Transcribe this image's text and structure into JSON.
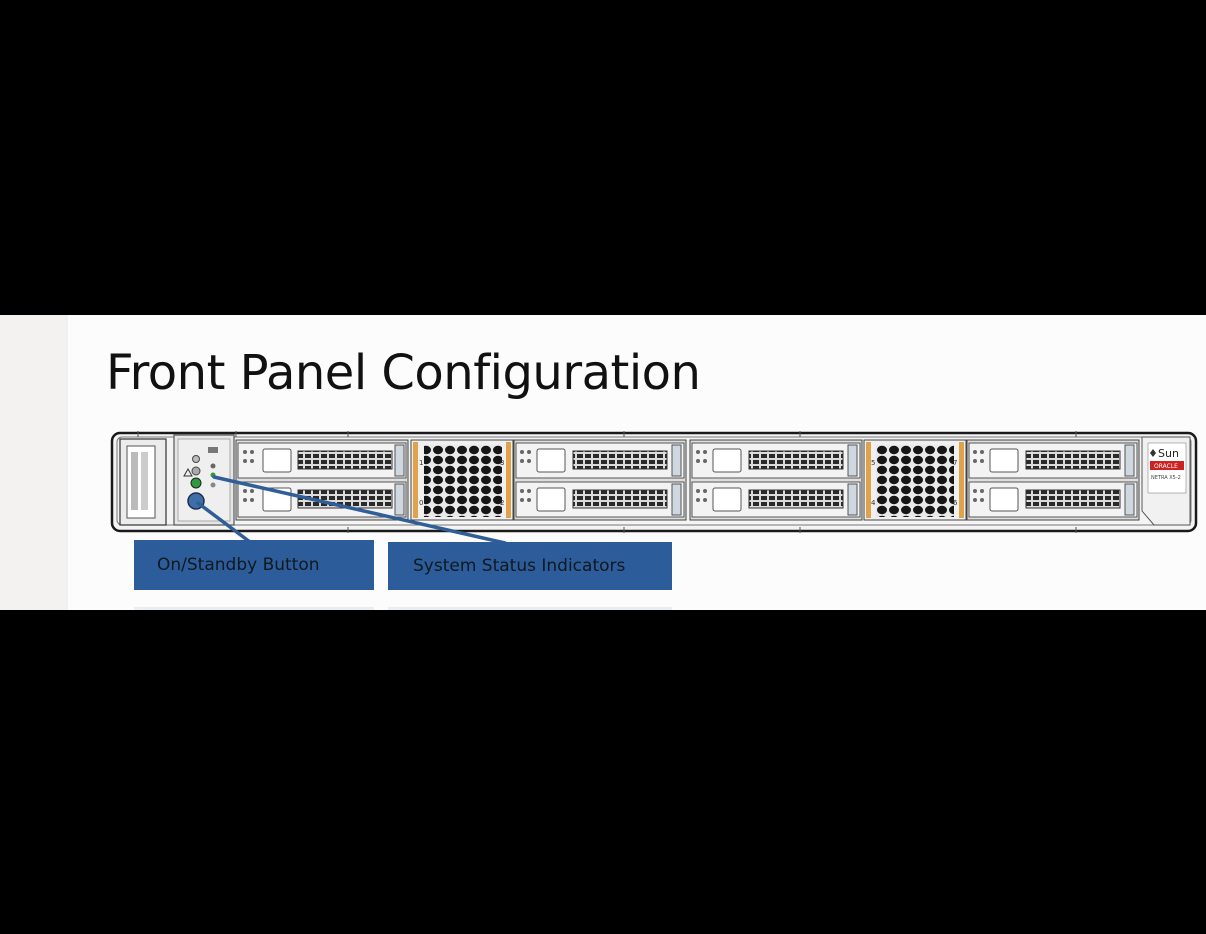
{
  "slide": {
    "title": "Front Panel Configuration"
  },
  "server": {
    "brand": "Sun",
    "maker": "ORACLE",
    "model": "NETRA X5-2",
    "drive_bay_numbers": [
      "1",
      "0",
      "3",
      "2",
      "5",
      "4",
      "7",
      "6"
    ]
  },
  "callouts": {
    "power_button": "On/Standby Button",
    "status_indicators": "System Status Indicators"
  },
  "colors": {
    "callout_fill": "#2c5d9a",
    "leader_line": "#2f5f96",
    "status_led_green": "#2e9a3e",
    "power_button": "#3f6fa8",
    "latch_orange": "#e0a24a",
    "logo_red": "#cc2222"
  }
}
